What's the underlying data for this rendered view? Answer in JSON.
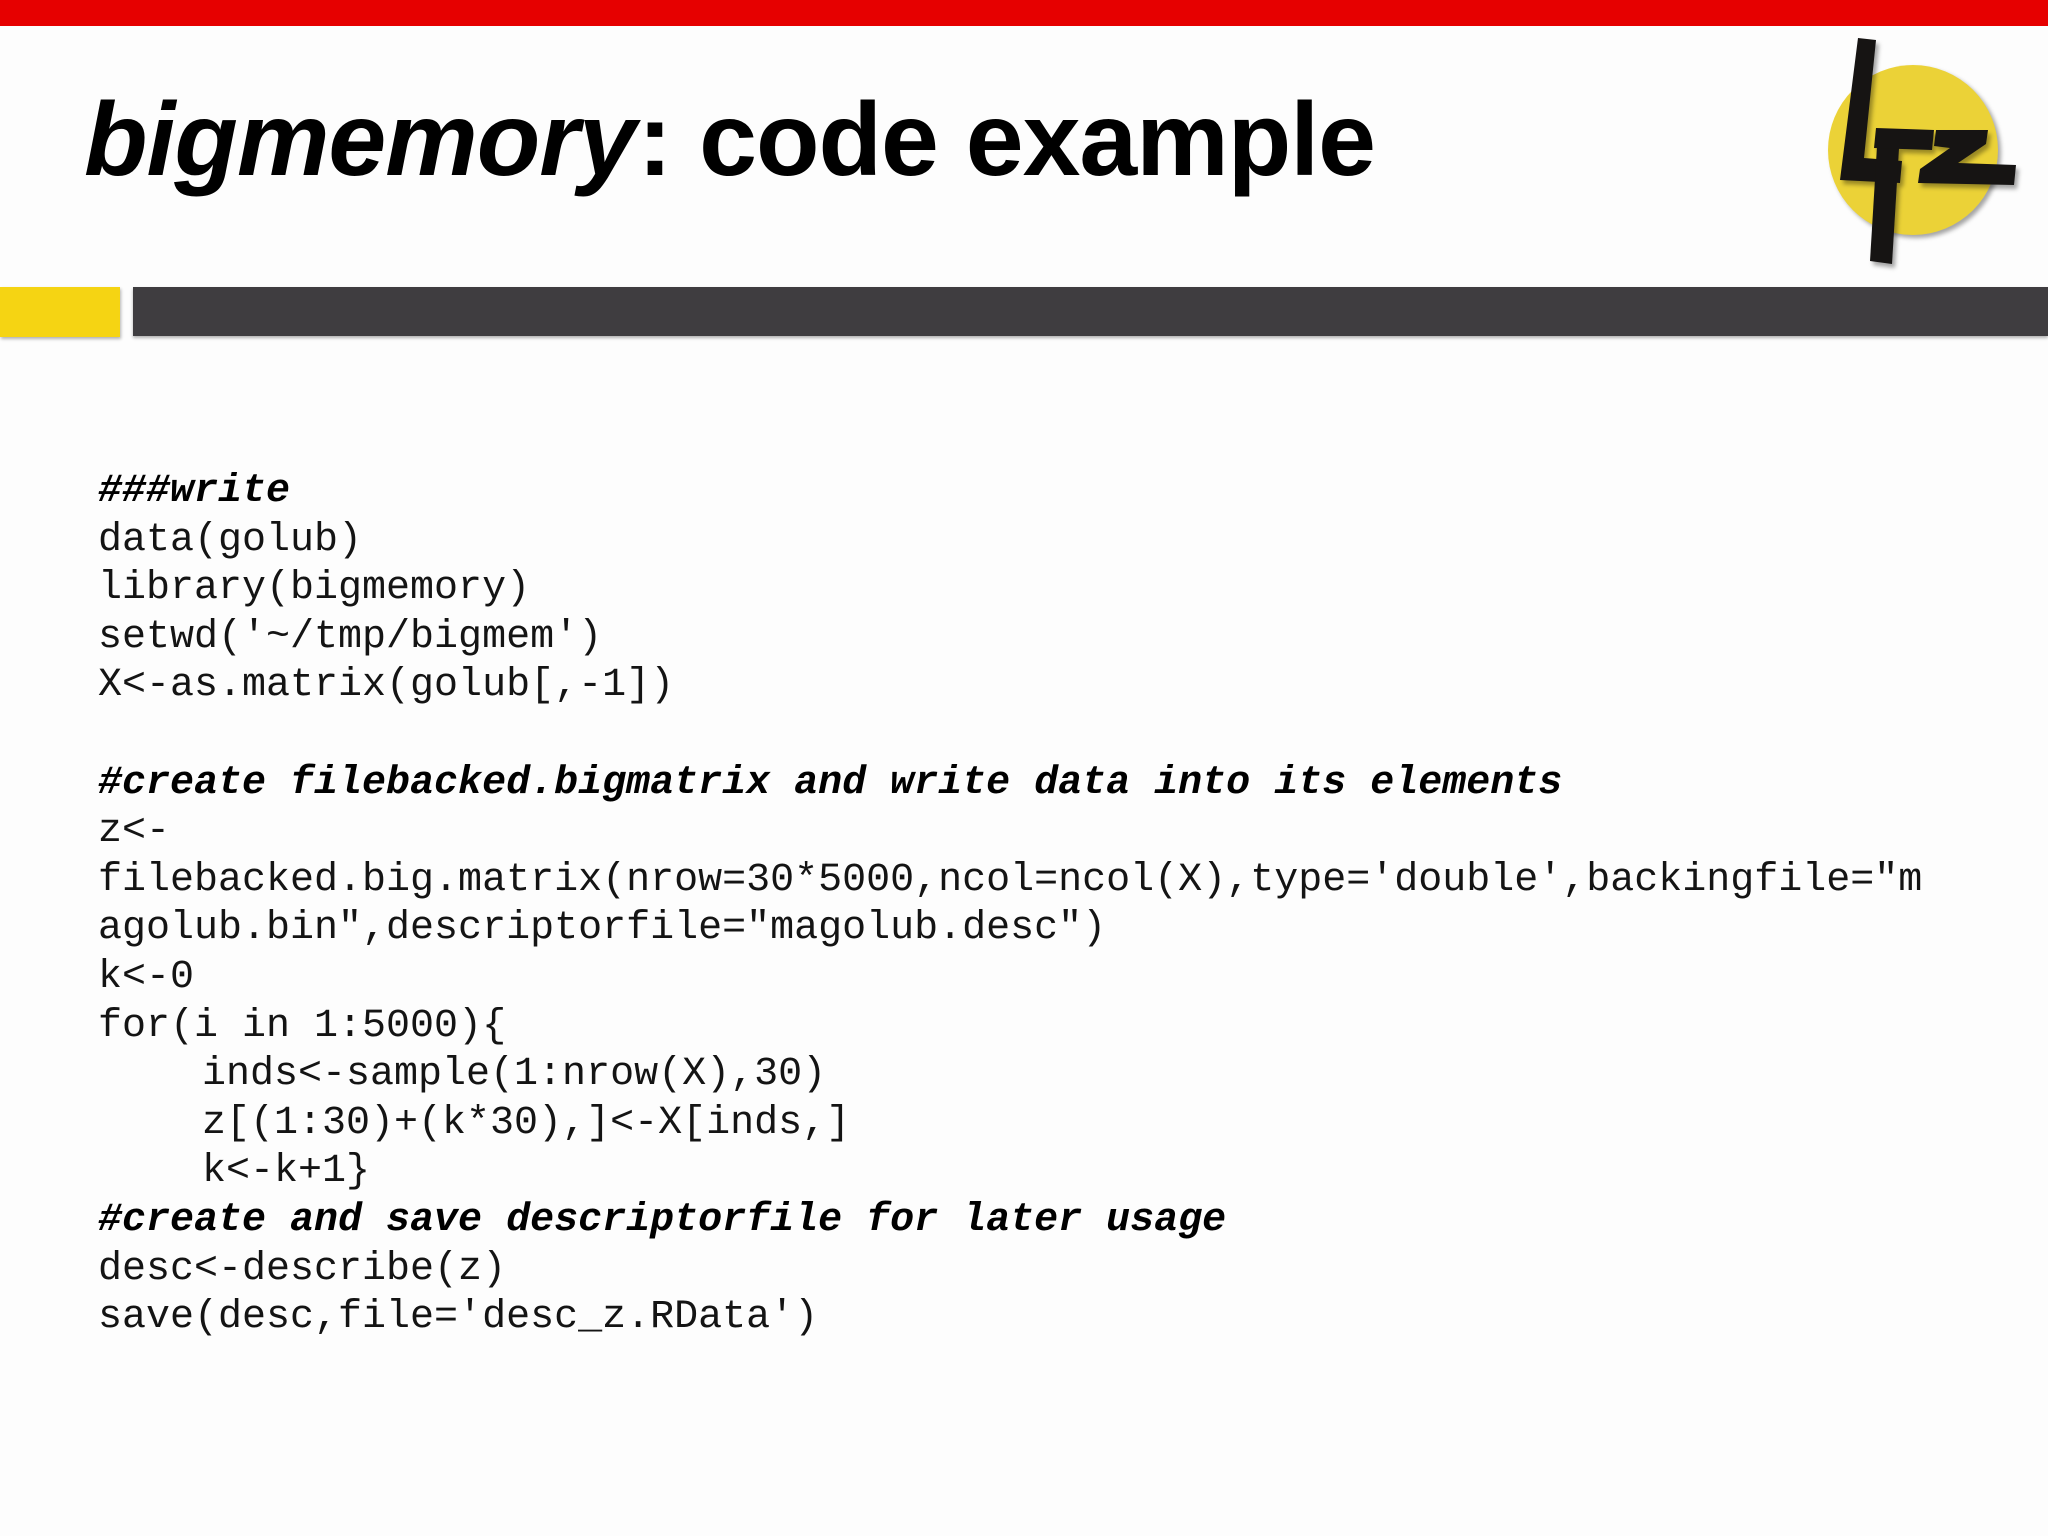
{
  "slide": {
    "colors": {
      "top_bar_red": "#e60000",
      "accent_yellow": "#f5d413",
      "divider_gray": "#3f3d40",
      "logo_yellow": "#ebd237",
      "text_black": "#000000"
    },
    "title": {
      "italic_part": "bigmemory",
      "rest_part": ": code example"
    },
    "logo": {
      "letters": "Lrz"
    },
    "code": {
      "lines": [
        {
          "text": "###write",
          "comment": true
        },
        {
          "text": "data(golub)",
          "comment": false
        },
        {
          "text": "library(bigmemory)",
          "comment": false
        },
        {
          "text": "setwd('~/tmp/bigmem')",
          "comment": false
        },
        {
          "text": "X<-as.matrix(golub[,-1])",
          "comment": false
        },
        {
          "text": "",
          "comment": false
        },
        {
          "text": "#create filebacked.bigmatrix and write data into its elements",
          "comment": true
        },
        {
          "text": "z<-",
          "comment": false
        },
        {
          "text": "filebacked.big.matrix(nrow=30*5000,ncol=ncol(X),type='double',backingfile=\"m",
          "comment": false
        },
        {
          "text": "agolub.bin\",descriptorfile=\"magolub.desc\")",
          "comment": false
        },
        {
          "text": "k<-0",
          "comment": false
        },
        {
          "text": "for(i in 1:5000){",
          "comment": false
        },
        {
          "text": "\tinds<-sample(1:nrow(X),30)",
          "comment": false
        },
        {
          "text": "\tz[(1:30)+(k*30),]<-X[inds,]",
          "comment": false
        },
        {
          "text": "\tk<-k+1}",
          "comment": false
        },
        {
          "text": "#create and save descriptorfile for later usage",
          "comment": true
        },
        {
          "text": "desc<-describe(z)",
          "comment": false
        },
        {
          "text": "save(desc,file='desc_z.RData')",
          "comment": false
        }
      ]
    }
  }
}
